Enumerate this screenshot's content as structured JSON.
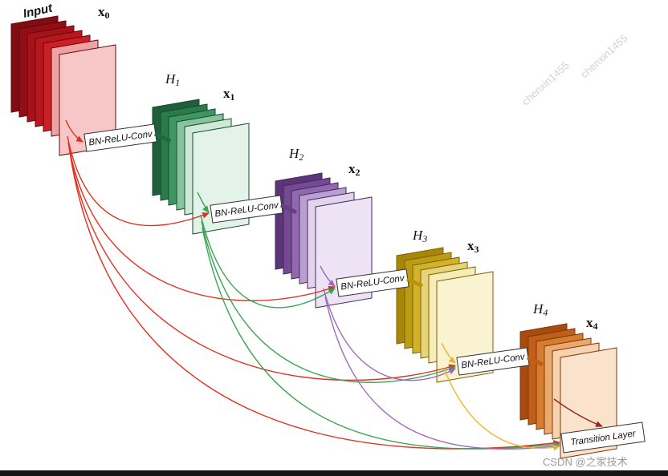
{
  "diagram": {
    "input_label": "Input",
    "feature_labels": [
      {
        "base": "x",
        "sub": "0"
      },
      {
        "base": "x",
        "sub": "1"
      },
      {
        "base": "x",
        "sub": "2"
      },
      {
        "base": "x",
        "sub": "3"
      },
      {
        "base": "x",
        "sub": "4"
      }
    ],
    "blocks": [
      {
        "label_base": "H",
        "label_sub": "1",
        "box_label": "BN-ReLU-Conv",
        "tab_color": "#1d6b3c"
      },
      {
        "label_base": "H",
        "label_sub": "2",
        "box_label": "BN-ReLU-Conv",
        "tab_color": "#6a3d85"
      },
      {
        "label_base": "H",
        "label_sub": "3",
        "box_label": "BN-ReLU-Conv",
        "tab_color": "#b8960c"
      },
      {
        "label_base": "H",
        "label_sub": "4",
        "box_label": "BN-ReLU-Conv",
        "tab_color": "#c05f12"
      }
    ],
    "transition_label": "Transition Layer",
    "stacks": [
      {
        "name": "x0",
        "stroke": "#5f0a0e",
        "planes": [
          "#7f0d12",
          "#930f15",
          "#a61219",
          "#ba161d",
          "#ce1f26",
          "#f0a2a2",
          "#f7c6c6"
        ]
      },
      {
        "name": "x1",
        "stroke": "#164a2c",
        "planes": [
          "#1f5f3c",
          "#2b7a4c",
          "#3f9663",
          "#86c49e",
          "#cfe9d8",
          "#e3f3e9"
        ]
      },
      {
        "name": "x2",
        "stroke": "#44285c",
        "planes": [
          "#5a3678",
          "#744b92",
          "#9168ae",
          "#bb9fd2",
          "#e2d4ec",
          "#eee3f5"
        ]
      },
      {
        "name": "x3",
        "stroke": "#7a610a",
        "planes": [
          "#a8860a",
          "#bd9c14",
          "#d1b22a",
          "#e8d478",
          "#f5ecb8",
          "#f9f3d2"
        ]
      },
      {
        "name": "x4",
        "stroke": "#7c370b",
        "planes": [
          "#a84b10",
          "#bf5f1a",
          "#d67c2e",
          "#eca96e",
          "#f7d2ae",
          "#fae2cb"
        ]
      }
    ],
    "connections": [
      {
        "from": "x0",
        "color": "#e02617"
      },
      {
        "from": "x1",
        "color": "#33a04e"
      },
      {
        "from": "x2",
        "color": "#9a63b8"
      },
      {
        "from": "x3",
        "color": "#eeb02c"
      },
      {
        "from": "x4",
        "color": "#8f1b1b"
      }
    ],
    "watermarks": {
      "diagonal": "chenxin1455",
      "bottom": "CSDN @之家技术"
    }
  }
}
